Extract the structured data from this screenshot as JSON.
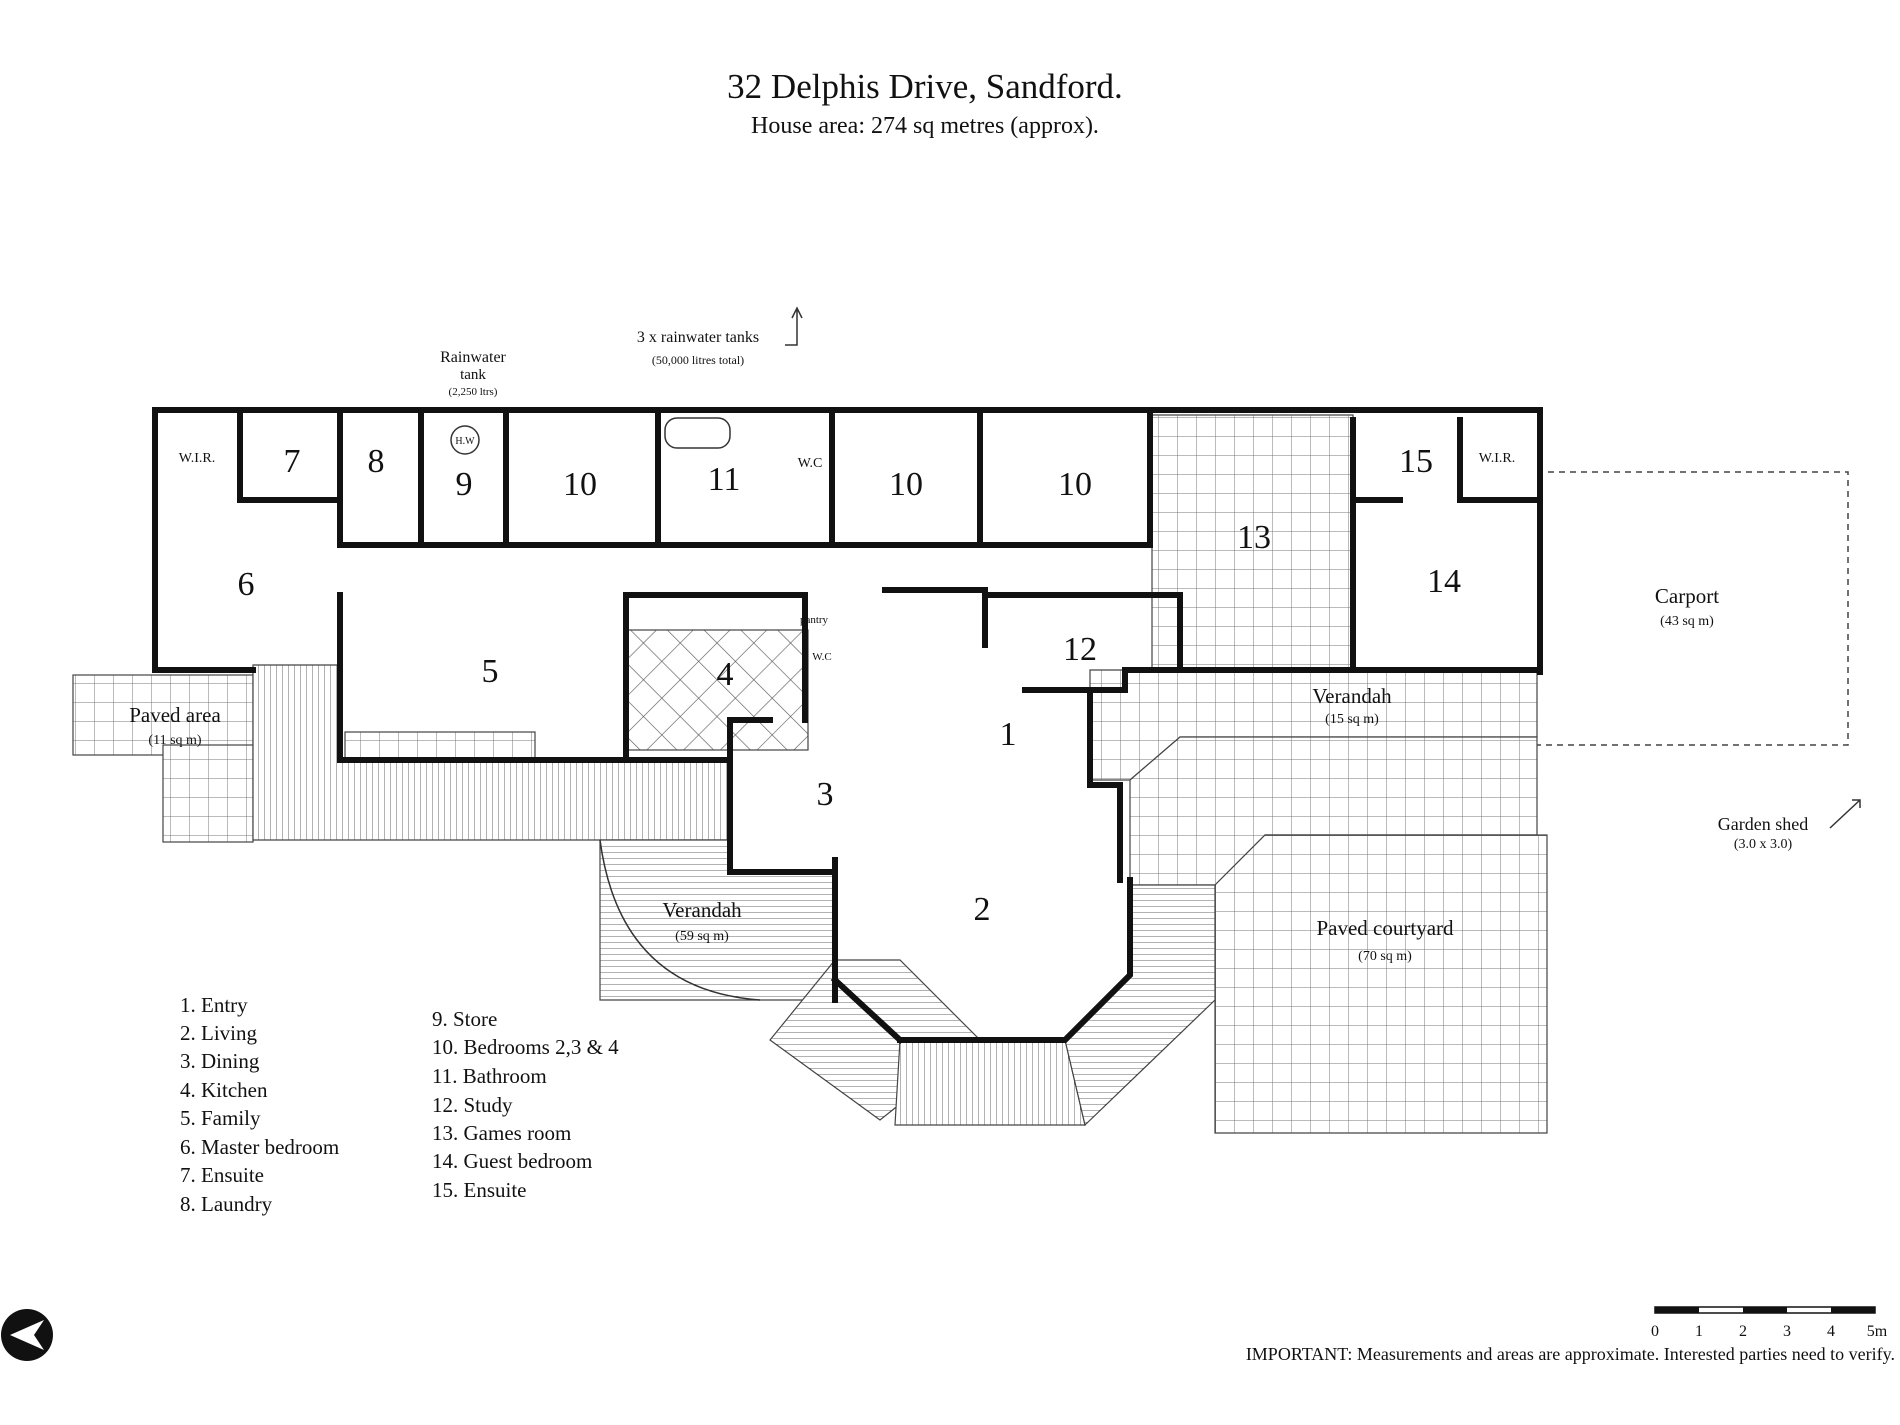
{
  "title": "32 Delphis Drive, Sandford.",
  "subtitle": "House area: 274 sq metres (approx).",
  "rooms": {
    "r1": "1",
    "r2": "2",
    "r3": "3",
    "r4": "4",
    "r5": "5",
    "r6": "6",
    "r7": "7",
    "r8": "8",
    "r9": "9",
    "r10a": "10",
    "r10b": "10",
    "r10c": "10",
    "r11": "11",
    "r12": "12",
    "r13": "13",
    "r14": "14",
    "r15": "15"
  },
  "fixtures": {
    "wir_left": "W.I.R.",
    "wir_right": "W.I.R.",
    "wc": "W.C",
    "pantry": "pantry",
    "wc_small": "W.C",
    "hw": "H.W"
  },
  "areas": {
    "paved_area": {
      "label": "Paved area",
      "size": "(11 sq m)"
    },
    "verandah_main": {
      "label": "Verandah",
      "size": "(59 sq m)"
    },
    "verandah_east": {
      "label": "Verandah",
      "size": "(15 sq m)"
    },
    "carport": {
      "label": "Carport",
      "size": "(43 sq m)"
    },
    "paved_courtyard": {
      "label": "Paved courtyard",
      "size": "(70 sq m)"
    },
    "garden_shed": {
      "label": "Garden shed",
      "size": "(3.0 x 3.0)"
    },
    "rain_tank": {
      "label1": "Rainwater",
      "label2": "tank",
      "size": "(2,250 ltrs)"
    },
    "rain_tanks3": {
      "label": "3 x rainwater tanks",
      "size": "(50,000 litres total)"
    }
  },
  "legend_col1": [
    "1. Entry",
    "2. Living",
    "3. Dining",
    "4. Kitchen",
    "5. Family",
    "6. Master bedroom",
    "7. Ensuite",
    "8. Laundry"
  ],
  "legend_col2": [
    "9. Store",
    "10. Bedrooms 2,3 & 4",
    "11. Bathroom",
    "12. Study",
    "13. Games room",
    "14. Guest bedroom",
    "15. Ensuite"
  ],
  "scale": {
    "ticks": [
      "0",
      "1",
      "2",
      "3",
      "4",
      "5m"
    ]
  },
  "disclaimer": "IMPORTANT: Measurements and areas are approximate. Interested parties need to verify.",
  "icons": [
    "north-arrow-icon",
    "arrow-up-icon",
    "arrow-diagonal-icon"
  ]
}
